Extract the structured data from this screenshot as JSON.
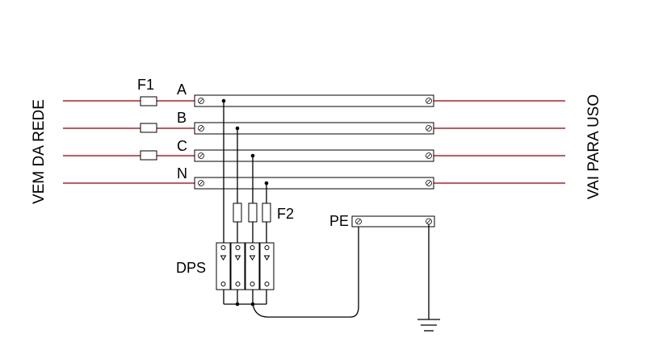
{
  "diagram": {
    "left_label": "VEM DA REDE",
    "right_label": "VAI PARA USO",
    "fuse_main_label": "F1",
    "fuse_dps_label": "F2",
    "dps_label": "DPS",
    "pe_label": "PE",
    "phases": [
      {
        "label": "A"
      },
      {
        "label": "B"
      },
      {
        "label": "C"
      },
      {
        "label": "N"
      }
    ],
    "colors": {
      "line": "#b22222",
      "wire": "#000000",
      "bar_fill": "#ffffff",
      "bar_stroke": "#000000"
    }
  }
}
